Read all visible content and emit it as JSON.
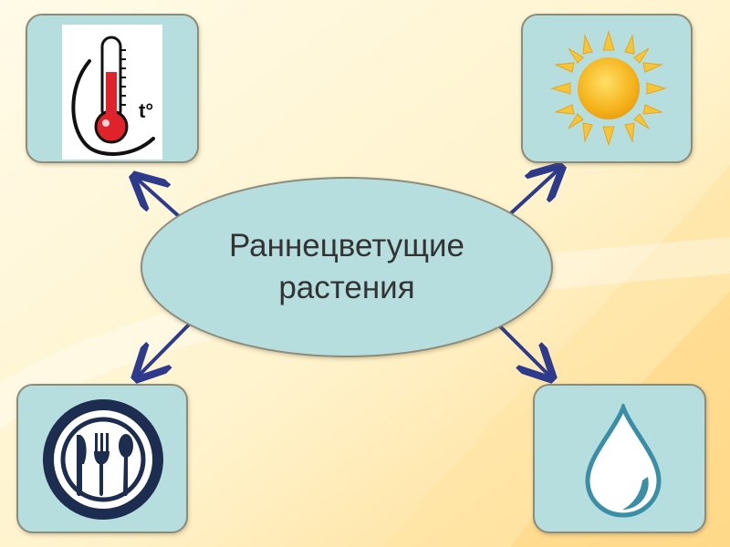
{
  "center": {
    "line1": "Раннецветущие",
    "line2": "растения"
  },
  "thermometer": {
    "label": "t°"
  },
  "colors": {
    "box_fill": "#b6dedf",
    "box_border": "#8c8c7a",
    "arrow": "#2e3a8c",
    "text": "#333333",
    "sun": "#f5b21a",
    "thermometer_red": "#e0232b",
    "plate_navy": "#1c2d4f",
    "water_teal": "#3a8ea5"
  },
  "icons": [
    "thermometer-icon",
    "sun-icon",
    "plate-cutlery-icon",
    "water-drop-icon"
  ]
}
